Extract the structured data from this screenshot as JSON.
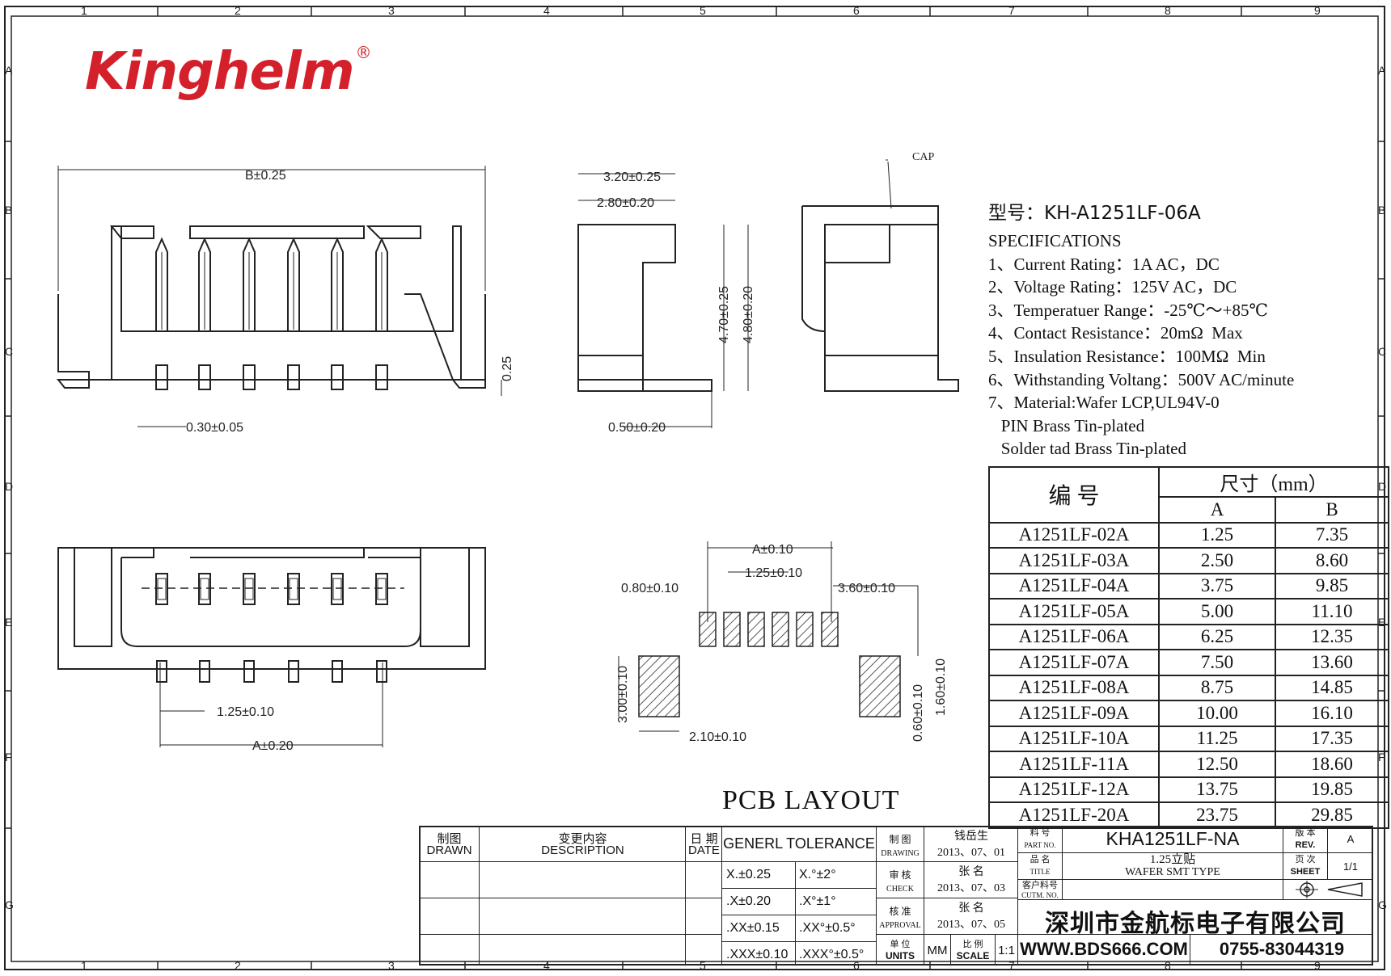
{
  "brand": {
    "name": "Kinghelm",
    "mark": "®",
    "color": "#d4202a"
  },
  "model": "型号：KH-A1251LF-06A",
  "specs": [
    "SPECIFICATIONS",
    "1、Current Rating：1A AC，DC",
    "2、Voltage Rating：125V AC，DC",
    "3、Temperatuer Range：-25℃～+85℃",
    "4、Contact Resistance：20mΩ  Max",
    "5、Insulation Resistance：100MΩ  Min",
    "6、Withstanding Voltang：500V AC/minute",
    "7、Material:Wafer LCP,UL94V-0",
    "   PIN Brass Tin-plated",
    "   Solder tad Brass Tin-plated"
  ],
  "border": {
    "cols_top": [
      "1",
      "2",
      "3",
      "4",
      "5",
      "6",
      "7",
      "8",
      "9"
    ],
    "cols_bottom": [
      "1",
      "2",
      "3",
      "4",
      "5",
      "6",
      "7",
      "8",
      "9"
    ],
    "rows": [
      "A",
      "B",
      "C",
      "D",
      "E",
      "F",
      "G"
    ]
  },
  "dims": {
    "b": "B±0.25",
    "w320": "3.20±0.25",
    "w280": "2.80±0.20",
    "cap": "CAP",
    "h470": "4.70±0.25",
    "h480": "4.80±0.20",
    "t025": "0.25",
    "p030": "0.30±0.05",
    "p050": "0.50±0.20",
    "p125": "1.25±0.10",
    "a020": "A±0.20",
    "a010": "A±0.10",
    "pad080": "0.80±0.10",
    "pad125": "1.25±0.10",
    "pad360": "3.60±0.10",
    "pad300": "3.00±0.10",
    "pad210": "2.10±0.10",
    "pad060": "0.60±0.10",
    "pad160": "1.60±0.10"
  },
  "pcb_layout_title": "PCB LAYOUT",
  "dim_table": {
    "head_part": "编    号",
    "head_size": "尺寸（mm）",
    "col_a": "A",
    "col_b": "B",
    "rows": [
      [
        "A1251LF-02A",
        "1.25",
        "7.35"
      ],
      [
        "A1251LF-03A",
        "2.50",
        "8.60"
      ],
      [
        "A1251LF-04A",
        "3.75",
        "9.85"
      ],
      [
        "A1251LF-05A",
        "5.00",
        "11.10"
      ],
      [
        "A1251LF-06A",
        "6.25",
        "12.35"
      ],
      [
        "A1251LF-07A",
        "7.50",
        "13.60"
      ],
      [
        "A1251LF-08A",
        "8.75",
        "14.85"
      ],
      [
        "A1251LF-09A",
        "10.00",
        "16.10"
      ],
      [
        "A1251LF-10A",
        "11.25",
        "17.35"
      ],
      [
        "A1251LF-11A",
        "12.50",
        "18.60"
      ],
      [
        "A1251LF-12A",
        "13.75",
        "19.85"
      ],
      [
        "A1251LF-20A",
        "23.75",
        "29.85"
      ]
    ]
  },
  "title_block": {
    "drawn_cn": "制图",
    "drawn_en": "DRAWN",
    "desc_cn": "变更内容",
    "desc_en": "DESCRIPTION",
    "date_cn": "日 期",
    "date_en": "DATE",
    "tolerance_title": "GENERL TOLERANCE",
    "tol": [
      [
        "X.±0.25",
        "X.°±2°"
      ],
      [
        ".X±0.20",
        ".X°±1°"
      ],
      [
        ".XX±0.15",
        ".XX°±0.5°"
      ],
      [
        ".XXX±0.10",
        ".XXX°±0.5°"
      ]
    ],
    "drawing_cn": "制 图",
    "drawing_en": "DRAWING",
    "check_cn": "审 核",
    "check_en": "CHECK",
    "approval_cn": "核 准",
    "approval_en": "APPROVAL",
    "units_cn": "单 位",
    "units_en": "UNITS",
    "units_val": "MM",
    "scale_cn": "比 例",
    "scale_en": "SCALE",
    "scale_val": "1:1",
    "drawer": "钱岳生",
    "drawer_date": "2013、07、01",
    "checker": "张 名",
    "checker_date": "2013、07、03",
    "approver": "张 名",
    "approver_date": "2013、07、05",
    "partno_cn": "料 号",
    "partno_en": "PART NO.",
    "partno_val": "KHA1251LF-NA",
    "rev_cn": "版 本",
    "rev_en": "REV.",
    "rev_val": "A",
    "title_cn": "品 名",
    "title_en": "TITLE",
    "title_val1": "1.25立贴",
    "title_val2": "WAFER SMT TYPE",
    "sheet_cn": "页 次",
    "sheet_en": "SHEET",
    "sheet_val": "1/1",
    "cutm_cn": "客户料号",
    "cutm_en": "CUTM. NO.",
    "company": "深圳市金航标电子有限公司",
    "website": "WWW.BDS666.COM",
    "phone": "0755-83044319"
  }
}
